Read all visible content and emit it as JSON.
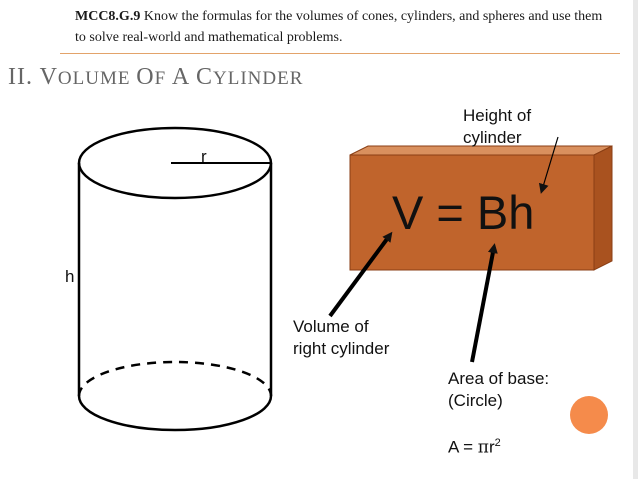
{
  "standard": {
    "code": "MCC8.G.9",
    "text": " Know the formulas for the volumes of cones, cylinders, and spheres and use them to solve real-world and mathematical problems."
  },
  "section": {
    "numeral": "II.",
    "title": "Volume of a Cylinder"
  },
  "cylinder": {
    "radius_label": "r",
    "height_label": "h"
  },
  "formula": {
    "text": "V = Bh",
    "box_color": "#c0642c"
  },
  "annotations": {
    "height": [
      "Height of",
      "cylinder"
    ],
    "volume": [
      "Volume of",
      "right cylinder"
    ],
    "base": [
      "Area of base:",
      "(Circle)"
    ],
    "area_prefix": "A = ",
    "area_pi": "π",
    "area_r": "r",
    "area_exp": "2"
  },
  "colors": {
    "accent": "#f58b4b",
    "rule": "#e3a36a",
    "title": "#666666"
  }
}
